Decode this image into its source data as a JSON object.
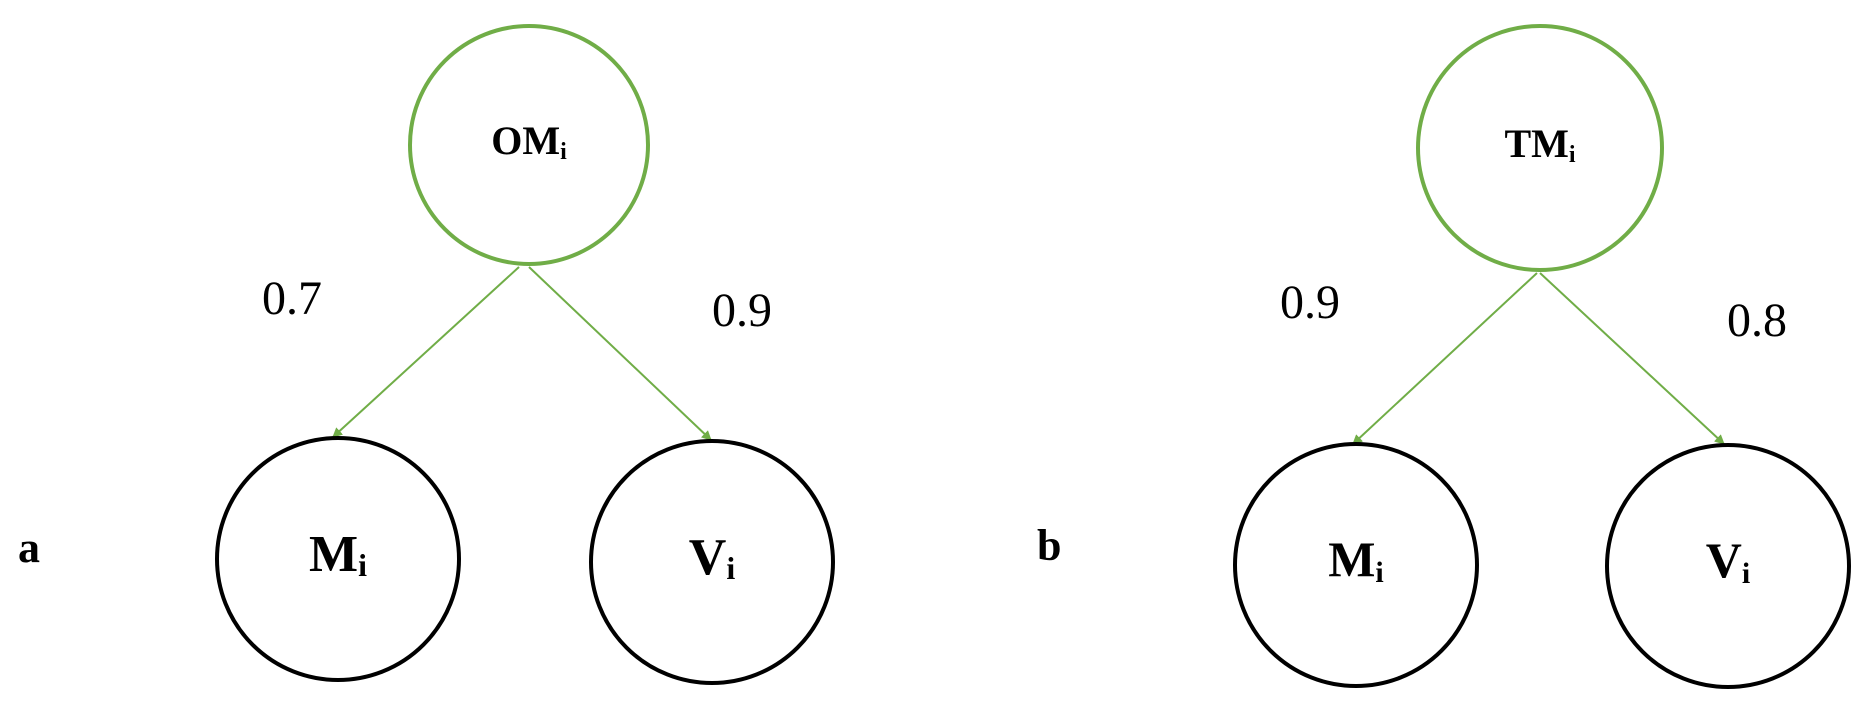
{
  "colors": {
    "latent": "#70ad47",
    "observed": "#000000",
    "edge": "#70ad47",
    "background": "#ffffff"
  },
  "panels": [
    {
      "label": "a",
      "latent": {
        "name": "OM",
        "sub": "i"
      },
      "observed": [
        {
          "name": "M",
          "sub": "i",
          "loading": "0.7"
        },
        {
          "name": "V",
          "sub": "i",
          "loading": "0.9"
        }
      ]
    },
    {
      "label": "b",
      "latent": {
        "name": "TM",
        "sub": "i"
      },
      "observed": [
        {
          "name": "M",
          "sub": "i",
          "loading": "0.9"
        },
        {
          "name": "V",
          "sub": "i",
          "loading": "0.8"
        }
      ]
    }
  ]
}
